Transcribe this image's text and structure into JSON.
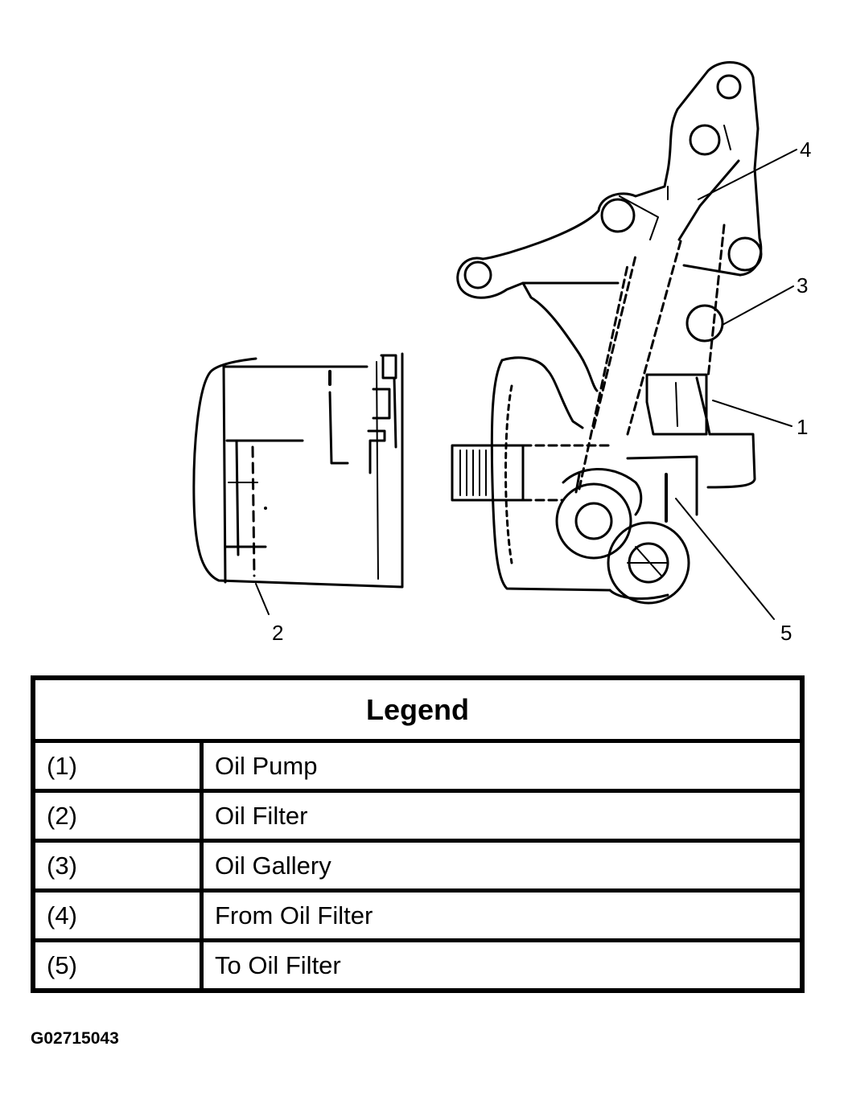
{
  "diagram": {
    "callouts": [
      {
        "id": "1",
        "label": "1"
      },
      {
        "id": "2",
        "label": "2"
      },
      {
        "id": "3",
        "label": "3"
      },
      {
        "id": "4",
        "label": "4"
      },
      {
        "id": "5",
        "label": "5"
      }
    ]
  },
  "legend": {
    "title": "Legend",
    "rows": [
      {
        "number": "(1)",
        "description": "Oil Pump"
      },
      {
        "number": "(2)",
        "description": "Oil Filter"
      },
      {
        "number": "(3)",
        "description": "Oil Gallery"
      },
      {
        "number": "(4)",
        "description": "From Oil Filter"
      },
      {
        "number": "(5)",
        "description": "To Oil Filter"
      }
    ]
  },
  "figure_id": "G02715043"
}
